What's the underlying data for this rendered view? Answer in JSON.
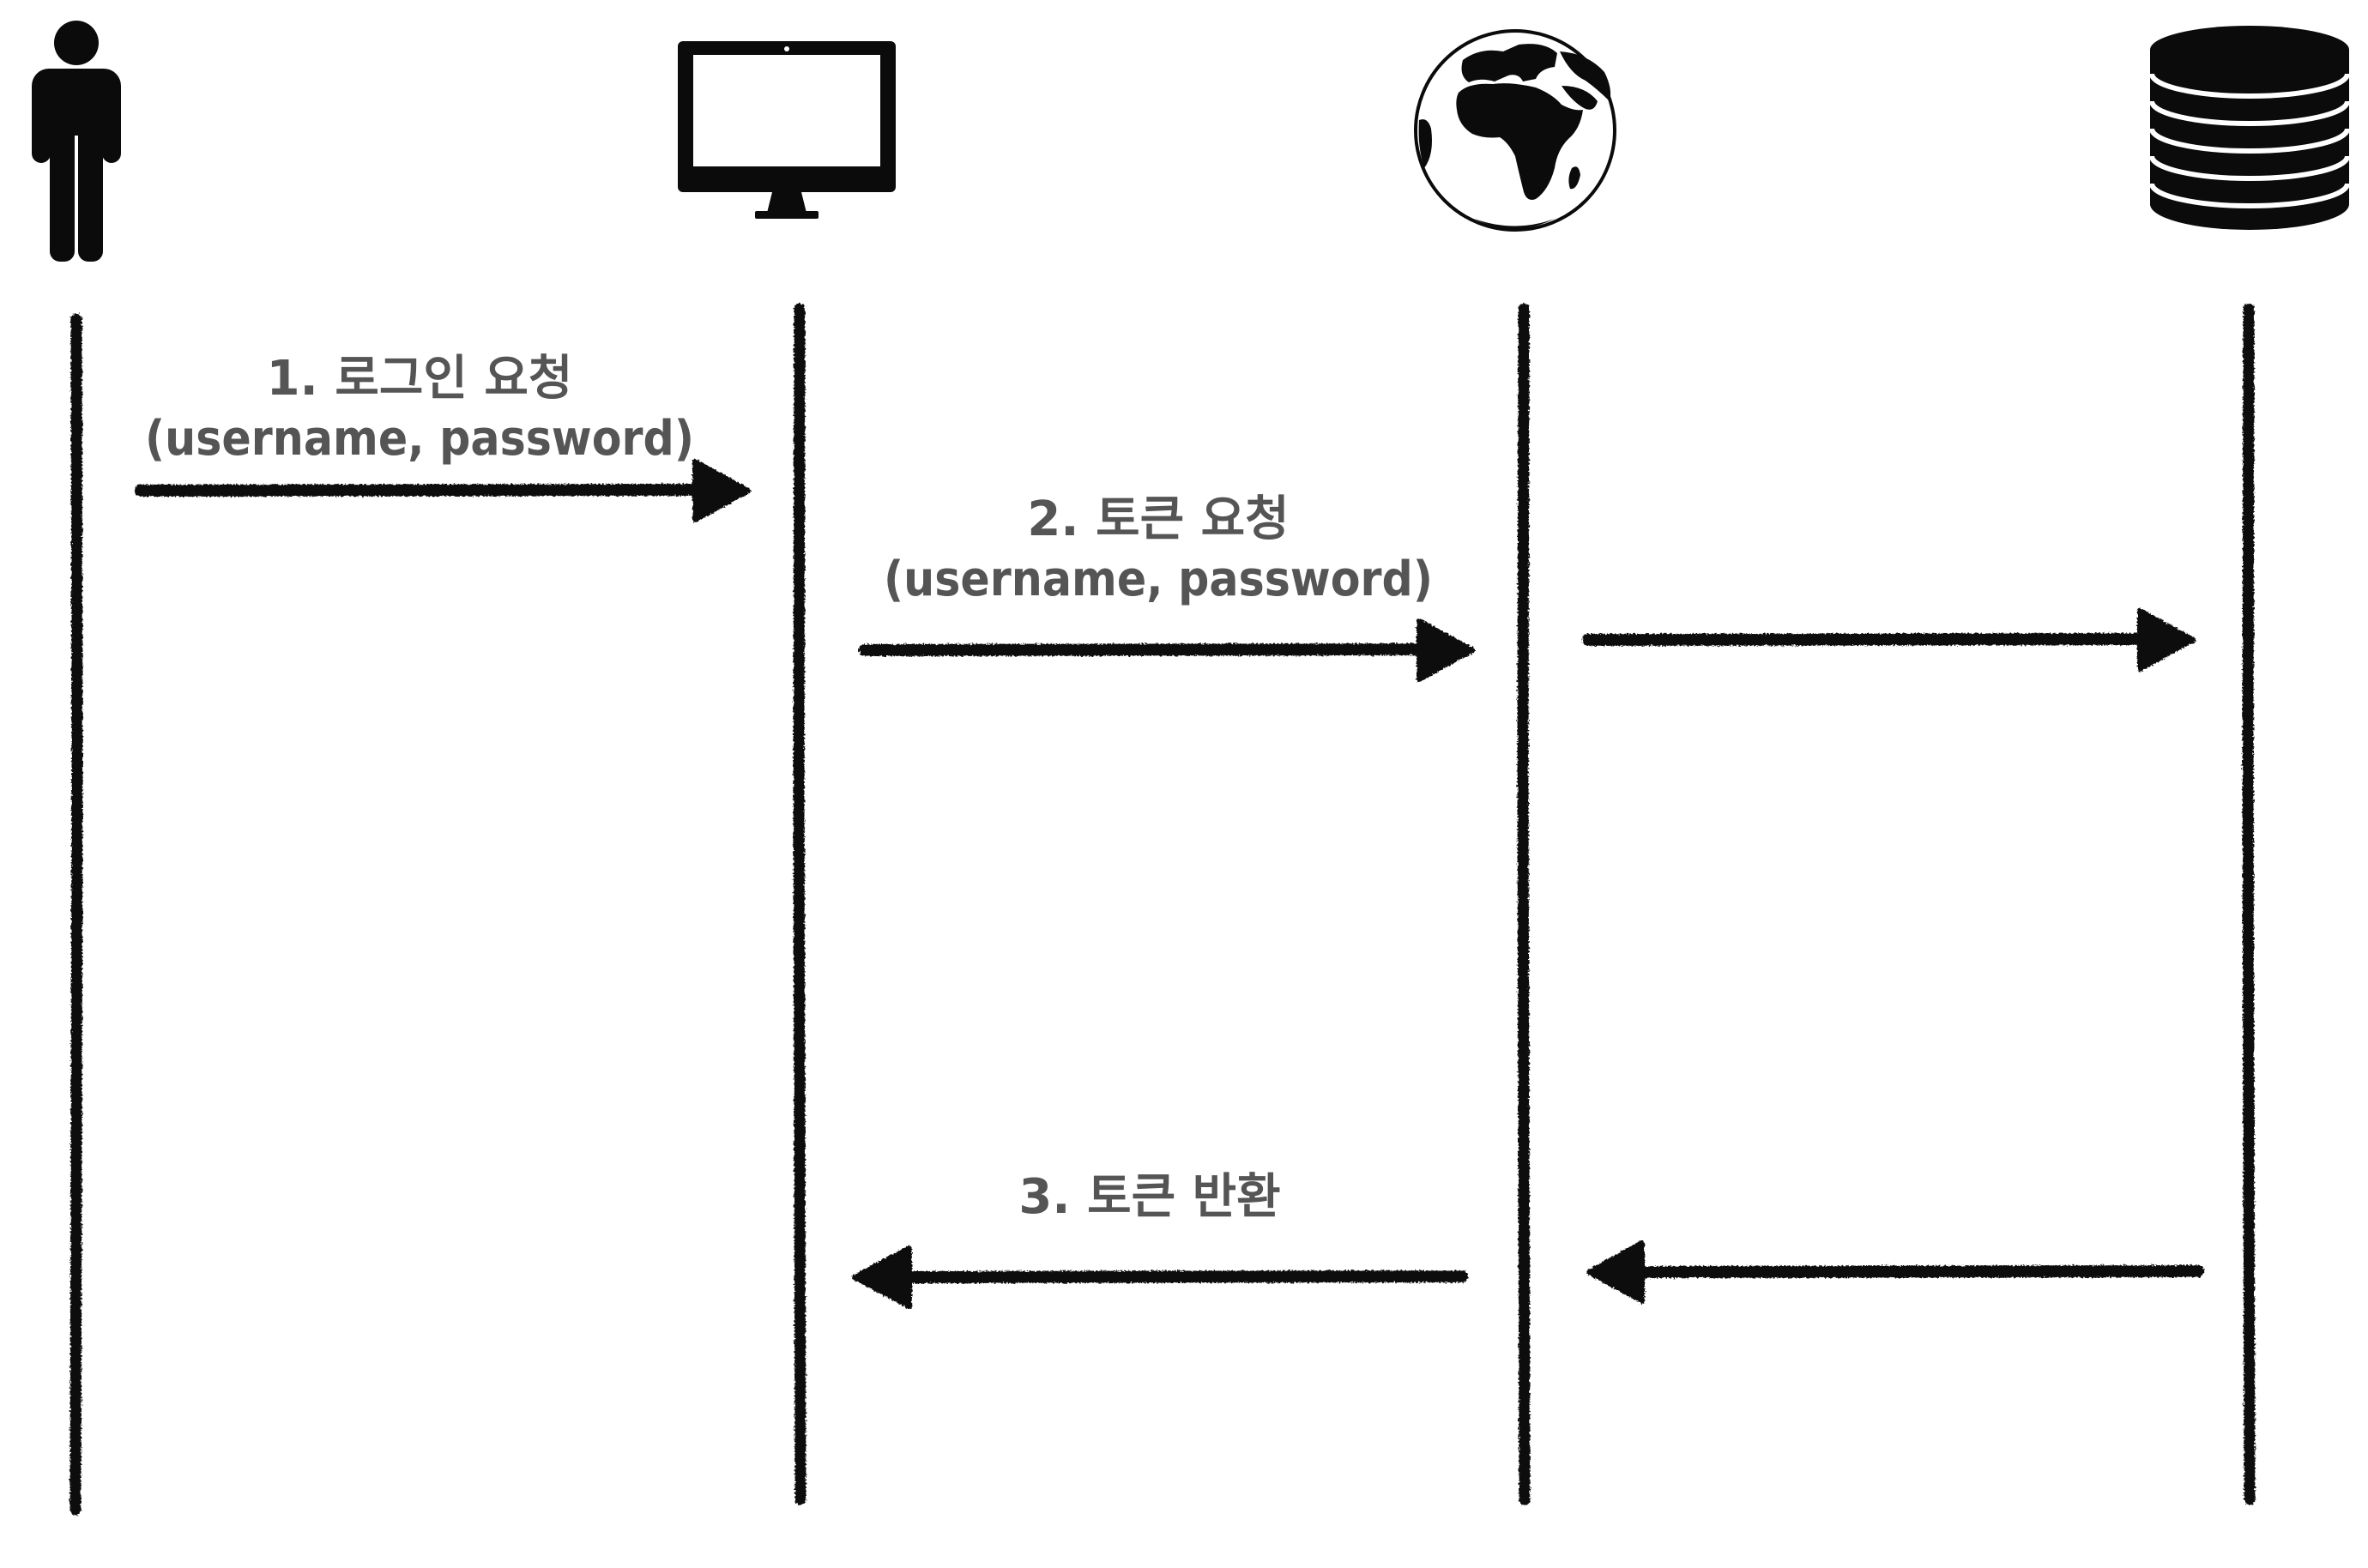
{
  "actors": [
    {
      "id": "user",
      "icon": "person-icon"
    },
    {
      "id": "client",
      "icon": "monitor-icon"
    },
    {
      "id": "server",
      "icon": "globe-icon"
    },
    {
      "id": "database",
      "icon": "database-icon"
    }
  ],
  "messages": {
    "login_request": {
      "line1": "1. 로그인 요청",
      "line2": "(username, password)"
    },
    "token_request": {
      "line1": "2. 토큰 요청",
      "line2": "(username, password)"
    },
    "token_return": {
      "line1": "3. 토큰 반환"
    }
  },
  "colors": {
    "ink": "#0b0b0b",
    "label": "#555555",
    "background": "#ffffff"
  }
}
